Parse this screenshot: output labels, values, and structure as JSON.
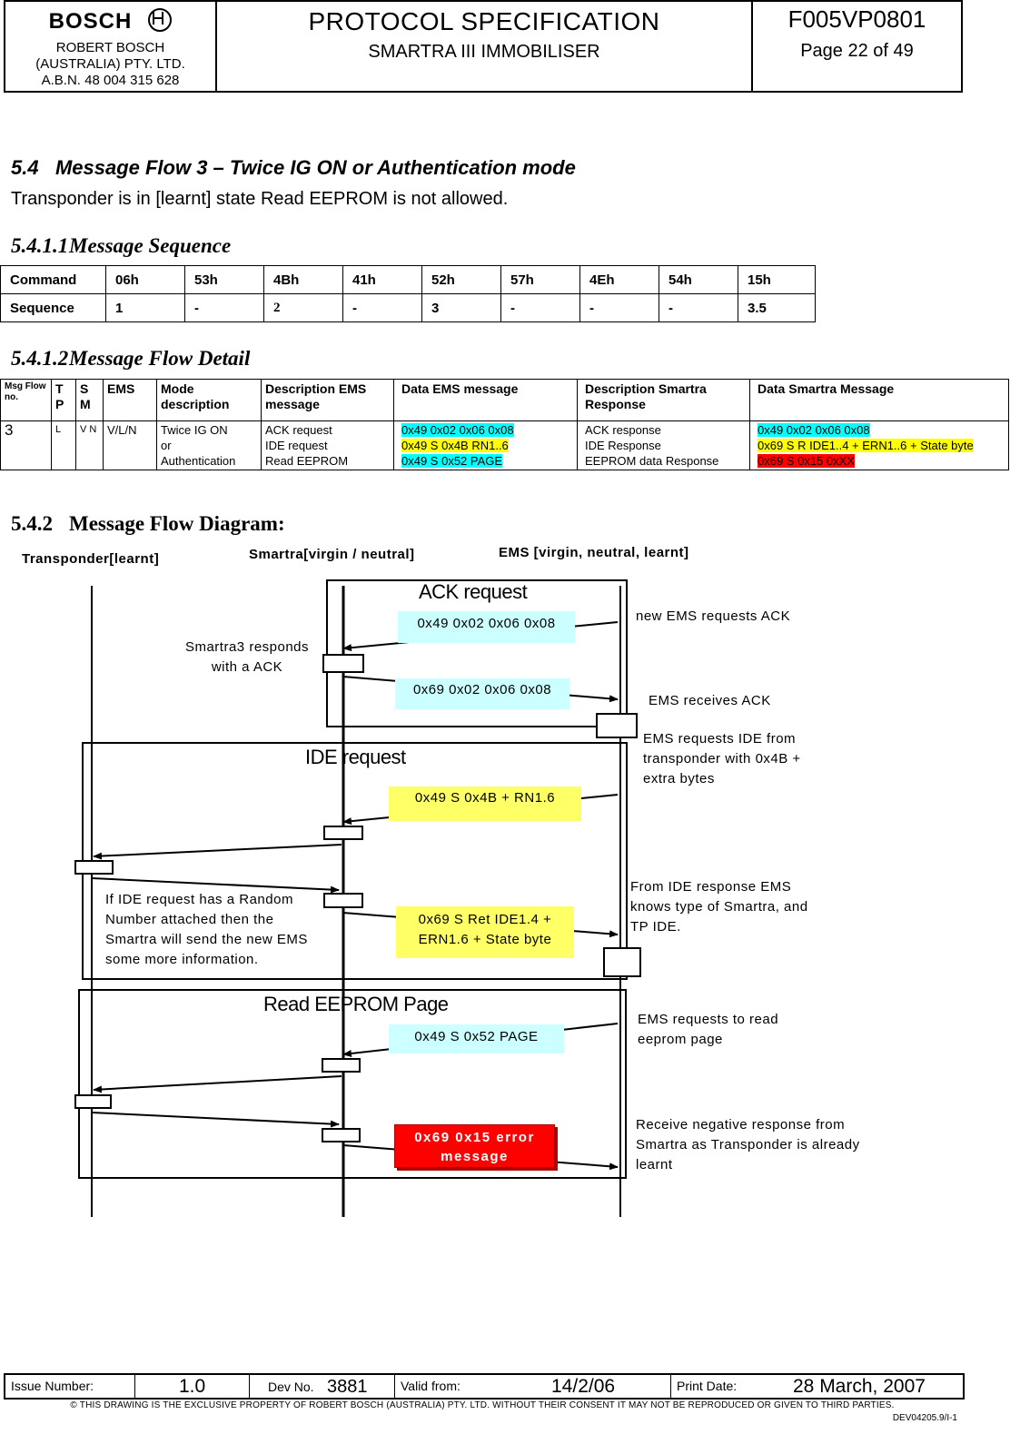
{
  "header": {
    "logo_text": "BOSCH",
    "company_line1": "ROBERT BOSCH",
    "company_line2": "(AUSTRALIA) PTY. LTD.",
    "company_line3": "A.B.N. 48 004 315 628",
    "title": "PROTOCOL SPECIFICATION",
    "subtitle": "SMARTRA III IMMOBILISER",
    "doc_number": "F005VP0801",
    "page": "Page 22 of 49"
  },
  "section": {
    "number": "5.4",
    "title": "Message Flow 3 – Twice IG ON or Authentication mode",
    "intro": "Transponder is in [learnt] state Read EEPROM is not allowed."
  },
  "sequence_heading": {
    "number": "5.4.1.1",
    "title": "Message Sequence"
  },
  "sequence_table": {
    "rows": [
      [
        "Command",
        "06h",
        "53h",
        "4Bh",
        "41h",
        "52h",
        "57h",
        "4Eh",
        "54h",
        "15h"
      ],
      [
        "Sequence",
        "1",
        "-",
        "2",
        "-",
        "3",
        "-",
        "-",
        "-",
        "3.5"
      ]
    ]
  },
  "flow_heading": {
    "number": "5.4.1.2",
    "title": "Message Flow Detail"
  },
  "flow_table": {
    "headers": [
      "Msg Flow no.",
      "T P",
      "S M",
      "EMS",
      "Mode description",
      "Description EMS message",
      "Data EMS message",
      "Description Smartra Response",
      "Data Smartra Message"
    ],
    "row": {
      "msg_flow_no": "3",
      "tp": "L",
      "sm": "V N",
      "ems": "V/L/N",
      "mode": [
        "Twice IG ON",
        "or",
        "Authentication"
      ],
      "ems_desc": [
        "ACK request",
        "IDE request",
        "Read EEPROM"
      ],
      "ems_data": [
        "0x49 0x02 0x06 0x08",
        "0x49 S 0x4B RN1..6",
        "0x49 S 0x52 PAGE"
      ],
      "smartra_desc": [
        "ACK response",
        "IDE Response",
        "EEPROM data Response"
      ],
      "smartra_data": [
        "0x49 0x02 0x06 0x08",
        "0x69 S R IDE1..4 + ERN1..6 + State byte",
        "0x69 S 0x15 0xXX"
      ]
    }
  },
  "diagram_heading": {
    "number": "5.4.2",
    "title": "Message Flow Diagram:"
  },
  "diagram": {
    "lane_transponder": "Transponder[learnt]",
    "lane_smartra": "Smartra[virgin / neutral]",
    "lane_ems": "EMS [virgin, neutral, learnt]",
    "frame_ack": "ACK request",
    "frame_ide": "IDE request",
    "frame_eeprom": "Read EEPROM Page",
    "msg_ack_req": "0x49 0x02 0x06 0x08",
    "msg_ack_resp": "0x69 0x02 0x06 0x08",
    "msg_ide_req": "0x49 S 0x4B + RN1.6",
    "msg_ide_resp": "0x69 S Ret IDE1.4 + ERN1.6 + State byte",
    "msg_eeprom_req": "0x49 S 0x52 PAGE",
    "msg_error": "0x69 0x15 error message",
    "note_new_ems": "new EMS requests ACK",
    "note_smartra_ack": "Smartra3 responds with a ACK",
    "note_ems_receives": "EMS receives ACK",
    "note_ems_ide": "EMS requests IDE from transponder with 0x4B + extra bytes",
    "note_random": "If IDE request has a Random Number attached then the Smartra will send the new EMS some more information.",
    "note_from_ide": "From IDE response EMS knows type of Smartra, and TP IDE.",
    "note_ems_eeprom": "EMS requests to read eeprom page",
    "note_negative": "Receive negative response from Smartra as Transponder is already learnt",
    "colors": {
      "cyan_box": "#ccffff",
      "yellow_box": "#ffff66",
      "error_box": "#ff0000"
    }
  },
  "footer": {
    "issue_label": "Issue Number:",
    "issue_value": "1.0",
    "dev_label": "Dev No.",
    "dev_value": "3881",
    "valid_label": "Valid from:",
    "valid_value": "14/2/06",
    "print_label": "Print Date:",
    "print_value": "28 March, 2007",
    "copyright": "© THIS DRAWING IS THE EXCLUSIVE PROPERTY OF ROBERT BOSCH (AUSTRALIA) PTY. LTD. WITHOUT THEIR CONSENT IT MAY NOT BE REPRODUCED OR GIVEN TO THIRD PARTIES.",
    "form_ref": "DEV04205.9/I-1"
  }
}
